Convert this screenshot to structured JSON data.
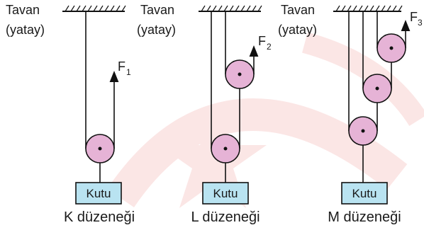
{
  "ceiling": {
    "label_line1": "Tavan",
    "label_line2": "(yatay)"
  },
  "arrangements": [
    {
      "caption": "K düzeneği",
      "box_label": "Kutu",
      "force": {
        "letter": "F",
        "subscript": "1"
      }
    },
    {
      "caption": "L düzeneği",
      "box_label": "Kutu",
      "force": {
        "letter": "F",
        "subscript": "2"
      }
    },
    {
      "caption": "M düzeneği",
      "box_label": "Kutu",
      "force": {
        "letter": "F",
        "subscript": "3"
      }
    }
  ],
  "colors": {
    "pulley_fill": "#e6b3d6",
    "box_fill": "#b9e3f1",
    "line": "#111111",
    "watermark": "#e53935"
  }
}
